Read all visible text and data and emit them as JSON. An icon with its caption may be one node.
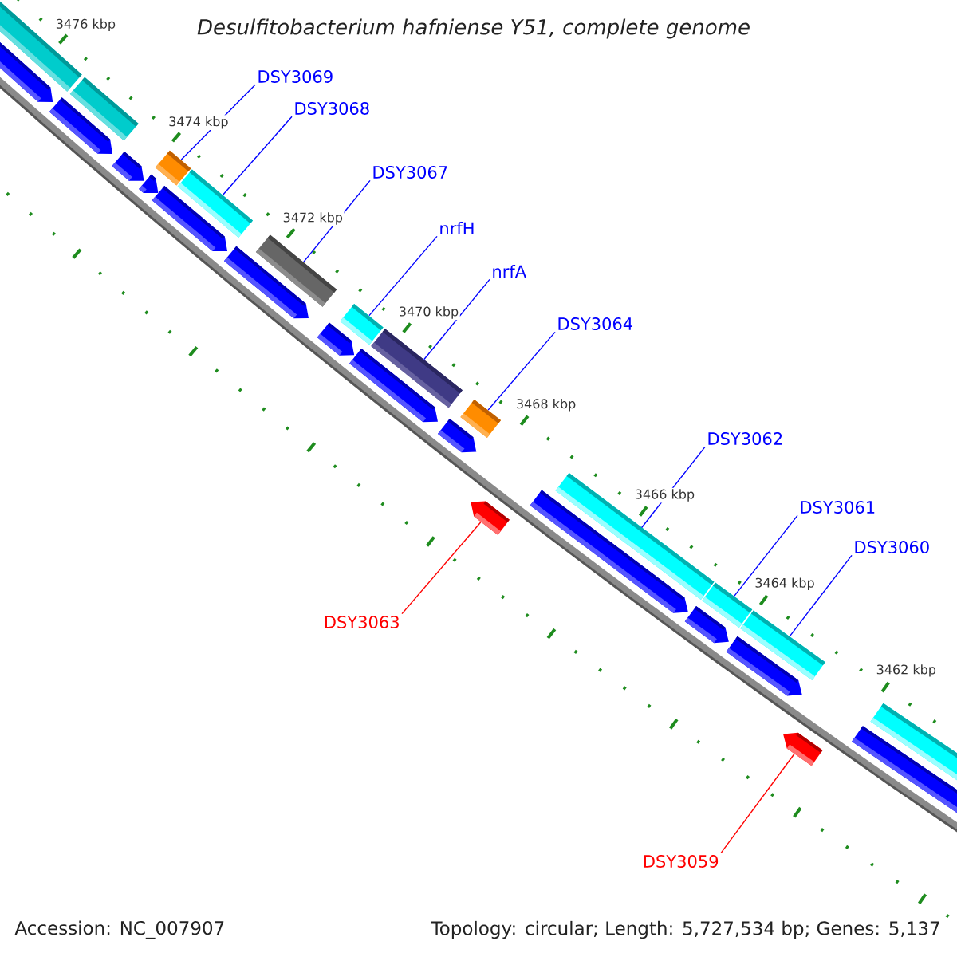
{
  "diagram": {
    "title": "Desulfitobacterium hafniense Y51, complete genome",
    "nodes": [
      {
        "text": [
          "DSY3069"
        ]
      },
      {
        "text": [
          "DSY3068"
        ]
      },
      {
        "text": [
          "DSY3067"
        ]
      },
      {
        "text": [
          "nrfH"
        ]
      },
      {
        "text": [
          "nrfA"
        ]
      },
      {
        "text": [
          "DSY3064"
        ]
      },
      {
        "text": [
          "DSY3062"
        ]
      },
      {
        "text": [
          "DSY3061"
        ]
      },
      {
        "text": [
          "DSY3060"
        ]
      },
      {
        "text": [
          "DSY3063"
        ]
      },
      {
        "text": [
          "DSY3059"
        ]
      },
      {
        "text": [],
        "shape": "bar"
      },
      {
        "text": [],
        "shape": "bar"
      },
      {
        "text": [],
        "shape": "bar"
      },
      {
        "text": [],
        "shape": "bar"
      },
      {
        "text": [],
        "shape": "bar"
      },
      {
        "text": [],
        "shape": "bar"
      },
      {
        "text": [],
        "shape": "bar"
      },
      {
        "text": [],
        "shape": "bar"
      },
      {
        "text": [],
        "shape": "bar"
      },
      {
        "text": [],
        "shape": "bar"
      },
      {
        "text": [],
        "shape": "bar"
      }
    ],
    "edges": [
      {
        "from": 0,
        "to": 11,
        "arrow": "none"
      },
      {
        "from": 1,
        "to": 12,
        "arrow": "none"
      },
      {
        "from": 2,
        "to": 13,
        "arrow": "none"
      },
      {
        "from": 3,
        "to": 14,
        "arrow": "none"
      },
      {
        "from": 4,
        "to": 15,
        "arrow": "none"
      },
      {
        "from": 5,
        "to": 16,
        "arrow": "none"
      },
      {
        "from": 6,
        "to": 17,
        "arrow": "none"
      },
      {
        "from": 7,
        "to": 18,
        "arrow": "none"
      },
      {
        "from": 8,
        "to": 19,
        "arrow": "none"
      },
      {
        "from": 9,
        "to": 20,
        "arrow": "none",
        "color": "#ff0000"
      },
      {
        "from": 10,
        "to": 21,
        "arrow": "none",
        "color": "#ff0000"
      }
    ],
    "labels": [
      "3476 kbp",
      "3474 kbp",
      "3472 kbp",
      "3470 kbp",
      "3468 kbp",
      "3466 kbp",
      "3464 kbp",
      "3462 kbp",
      "Accession: NC_007907",
      "Topology: circular; Length: 5,727,534 bp; Genes: 5,137"
    ]
  }
}
